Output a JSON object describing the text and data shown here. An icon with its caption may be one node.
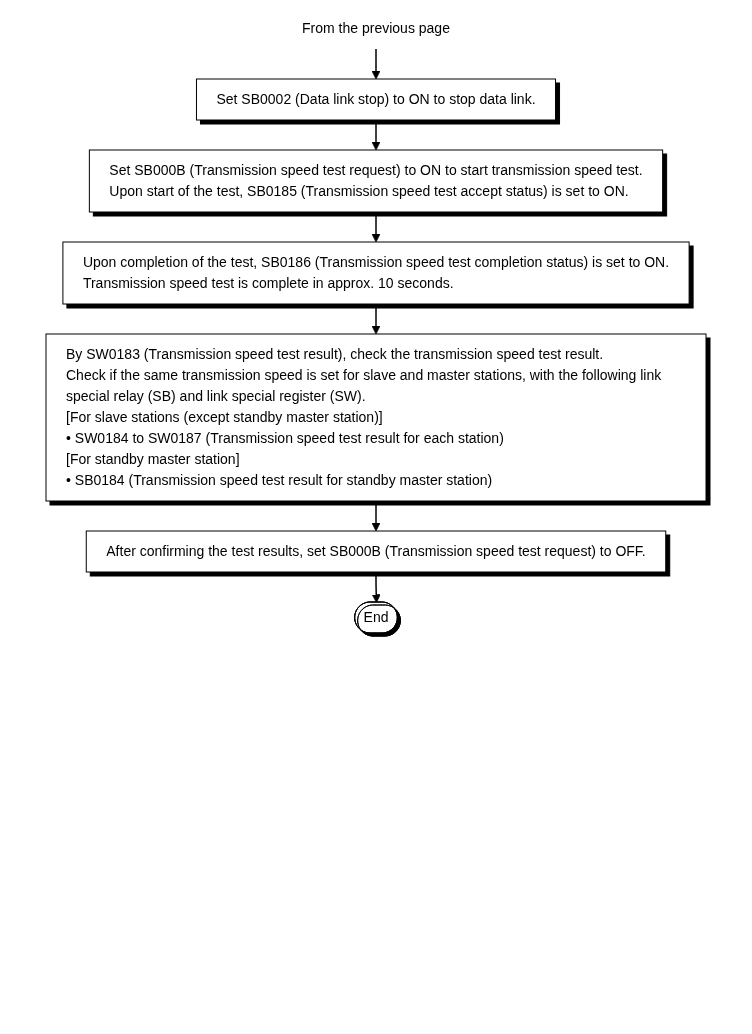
{
  "diagram": {
    "nodes": [
      {
        "text": [
          "From the previous page"
        ]
      },
      {
        "text": [
          "Set SB0002 (Data link stop) to ON to stop data link."
        ]
      },
      {
        "text": [
          "Set SB000B (Transmission speed test request) to ON to start transmission speed test.",
          "Upon start of the test, SB0185 (Transmission speed test accept status) is set to ON."
        ]
      },
      {
        "text": [
          "Upon completion of the test, SB0186 (Transmission speed test completion status) is set to ON.",
          "Transmission speed test is complete in approx. 10 seconds."
        ]
      },
      {
        "text": [
          "By SW0183 (Transmission speed test result), check the transmission speed test result.",
          "Check if the same transmission speed is set for slave and master stations, with the following link special relay (SB) and link special register (SW).",
          "[For slave stations (except standby master station)]",
          "• SW0184 to SW0187 (Transmission speed test result for each station)",
          "[For standby master station]",
          "• SB0184 (Transmission speed test result for standby master station)"
        ]
      },
      {
        "text": [
          "After confirming the test results, set SB000B (Transmission speed test request) to OFF."
        ]
      },
      {
        "text": [
          "End"
        ]
      }
    ],
    "edges": [
      {
        "from": 0,
        "to": 1,
        "arrow": "to"
      },
      {
        "from": 1,
        "to": 2,
        "arrow": "to"
      },
      {
        "from": 2,
        "to": 3,
        "arrow": "to"
      },
      {
        "from": 3,
        "to": 4,
        "arrow": "to"
      },
      {
        "from": 4,
        "to": 5,
        "arrow": "to"
      },
      {
        "from": 5,
        "to": 6,
        "arrow": "to"
      }
    ]
  }
}
